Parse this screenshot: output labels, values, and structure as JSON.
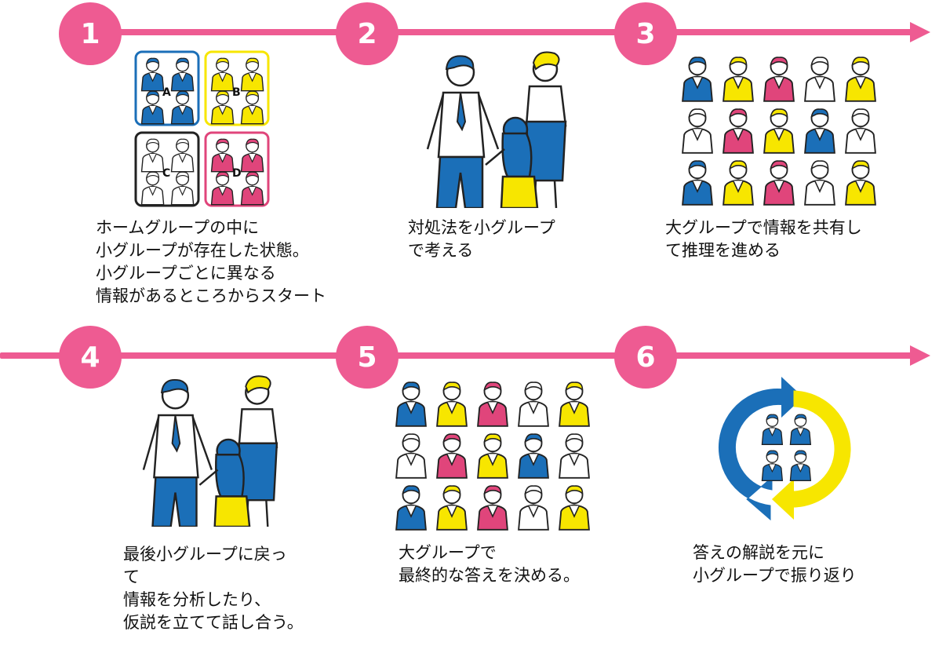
{
  "colors": {
    "accent": "#ee5b92",
    "blue": "#1b6fb8",
    "yellow": "#f7e600",
    "pink": "#e0457b",
    "outline": "#222222"
  },
  "steps": [
    {
      "number": "1",
      "caption": "ホームグループの中に\n小グループが存在した状態。\n小グループごとに異なる\n情報があるところからスタート",
      "groups": [
        "A",
        "B",
        "C",
        "D"
      ]
    },
    {
      "number": "2",
      "caption": "対処法を小グループ\nで考える"
    },
    {
      "number": "3",
      "caption": "大グループで情報を共有し\nて推理を進める"
    },
    {
      "number": "4",
      "caption": "最後小グループに戻っ\nて\n情報を分析したり、\n仮説を立てて話し合う。"
    },
    {
      "number": "5",
      "caption": "大グループで\n最終的な答えを決める。"
    },
    {
      "number": "6",
      "caption": "答えの解説を元に\n小グループで振り返り"
    }
  ]
}
